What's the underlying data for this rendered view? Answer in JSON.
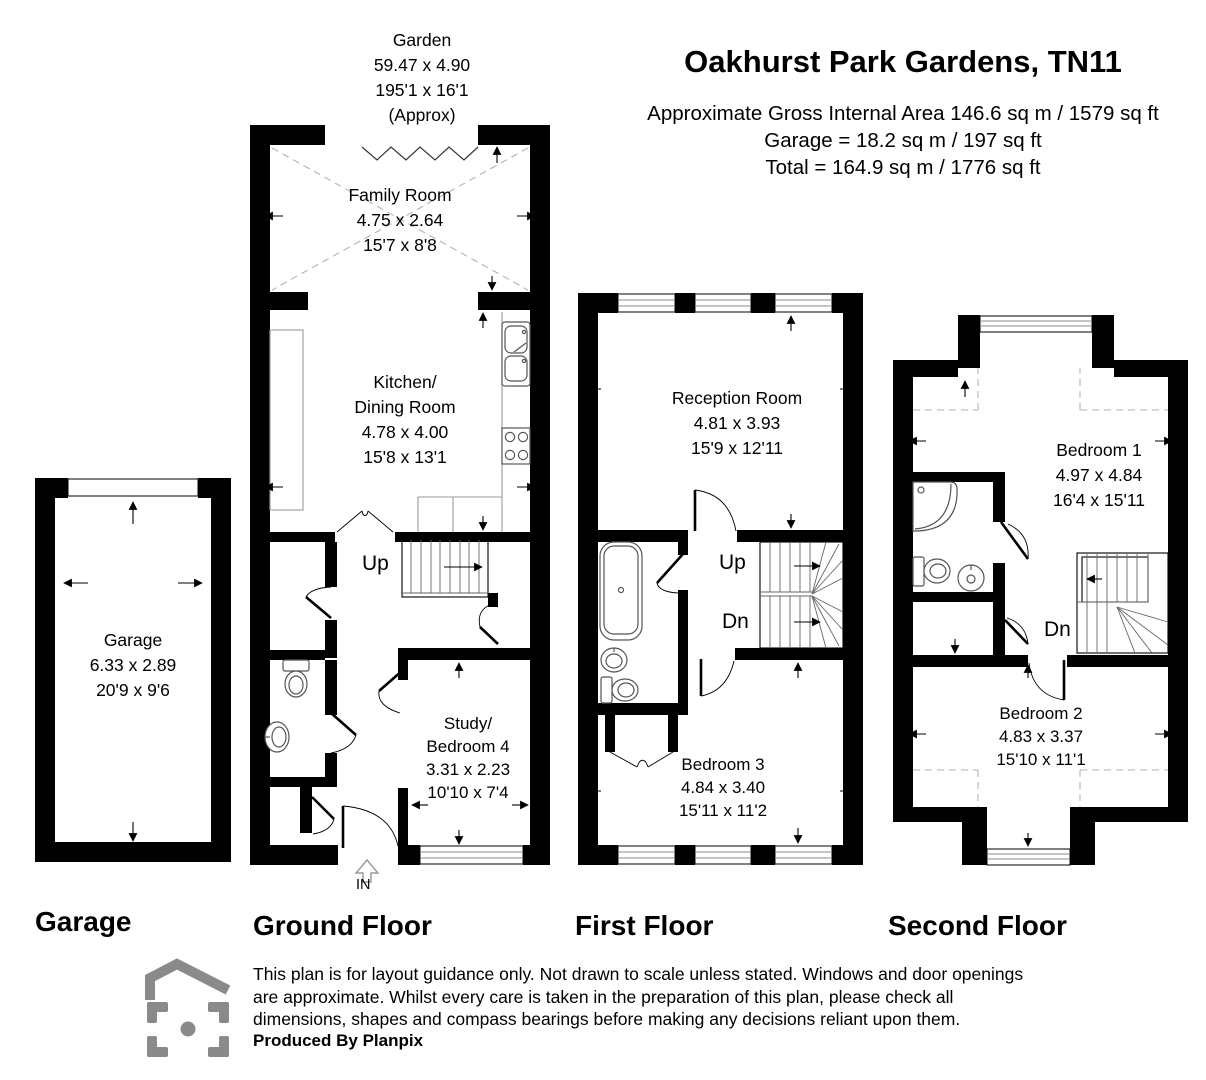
{
  "header": {
    "title": "Oakhurst Park Gardens, TN11",
    "area_line1": "Approximate Gross Internal Area 146.6 sq m / 1579 sq ft",
    "area_line2": "Garage = 18.2 sq m / 197 sq ft",
    "area_line3": "Total = 164.9 sq m / 1776 sq ft"
  },
  "garden": {
    "name": "Garden",
    "metric": "59.47 x 4.90",
    "imperial": "195'1 x 16'1",
    "approx": "(Approx)"
  },
  "plans": {
    "garage": {
      "floor_label": "Garage",
      "room": {
        "name": "Garage",
        "metric": "6.33 x 2.89",
        "imperial": "20'9 x 9'6"
      }
    },
    "ground": {
      "floor_label": "Ground Floor",
      "stairs_up": "Up",
      "entrance_label": "IN",
      "rooms": {
        "family": {
          "name": "Family Room",
          "metric": "4.75 x 2.64",
          "imperial": "15'7 x 8'8"
        },
        "kitchen": {
          "line1": "Kitchen/",
          "line2": "Dining Room",
          "metric": "4.78 x 4.00",
          "imperial": "15'8 x 13'1"
        },
        "study": {
          "line1": "Study/",
          "line2": "Bedroom 4",
          "metric": "3.31 x 2.23",
          "imperial": "10'10 x 7'4"
        }
      }
    },
    "first": {
      "floor_label": "First Floor",
      "stairs_up": "Up",
      "stairs_dn": "Dn",
      "rooms": {
        "reception": {
          "name": "Reception Room",
          "metric": "4.81 x 3.93",
          "imperial": "15'9 x 12'11"
        },
        "bedroom3": {
          "name": "Bedroom 3",
          "metric": "4.84 x 3.40",
          "imperial": "15'11 x 11'2"
        }
      }
    },
    "second": {
      "floor_label": "Second Floor",
      "stairs_dn": "Dn",
      "rooms": {
        "bedroom1": {
          "name": "Bedroom 1",
          "metric": "4.97 x 4.84",
          "imperial": "16'4 x 15'11"
        },
        "bedroom2": {
          "name": "Bedroom 2",
          "metric": "4.83 x 3.37",
          "imperial": "15'10 x 11'1"
        }
      }
    }
  },
  "footer": {
    "disclaimer_lines": [
      "This plan is for layout guidance only. Not drawn to scale unless stated. Windows and door openings",
      "are approximate. Whilst every care is taken in the preparation of this plan, please check all",
      "dimensions, shapes and compass bearings before making any decisions reliant upon them."
    ],
    "produced_by": "Produced By Planpix"
  },
  "colors": {
    "wall": "#000000",
    "fixture": "#555555",
    "dashed": "#b3b3b3",
    "logo": "#8a8a8a"
  }
}
